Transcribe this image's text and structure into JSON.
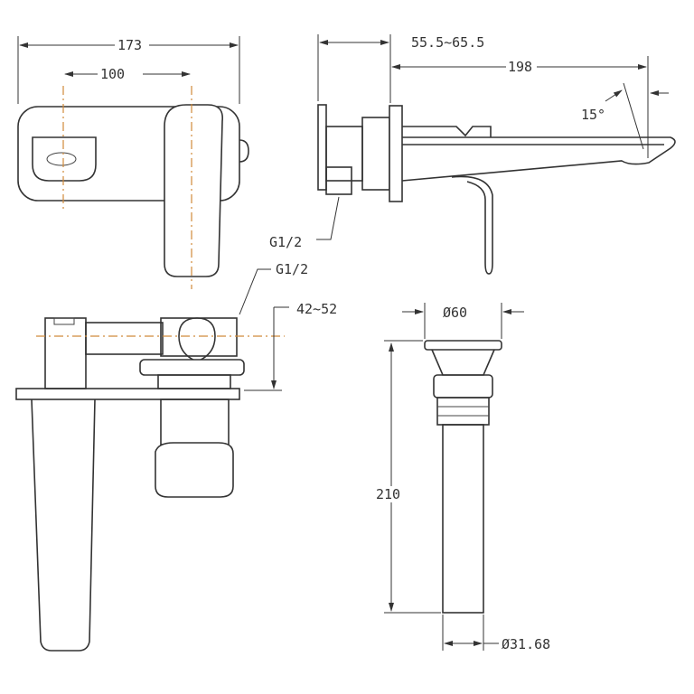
{
  "dimensions": {
    "front_width": "173",
    "handle_center_spacing": "100",
    "wall_depth_range": "55.5~65.5",
    "spout_reach": "198",
    "spout_angle": "15°",
    "thread_side": "G1/2",
    "thread_top": "G1/2",
    "depth_range_top": "42~52",
    "drain_cap_diameter": "Ø60",
    "drain_length": "210",
    "drain_pipe_diameter": "Ø31.68"
  },
  "colors": {
    "centerline": "#d08a3a",
    "line": "#333333"
  }
}
